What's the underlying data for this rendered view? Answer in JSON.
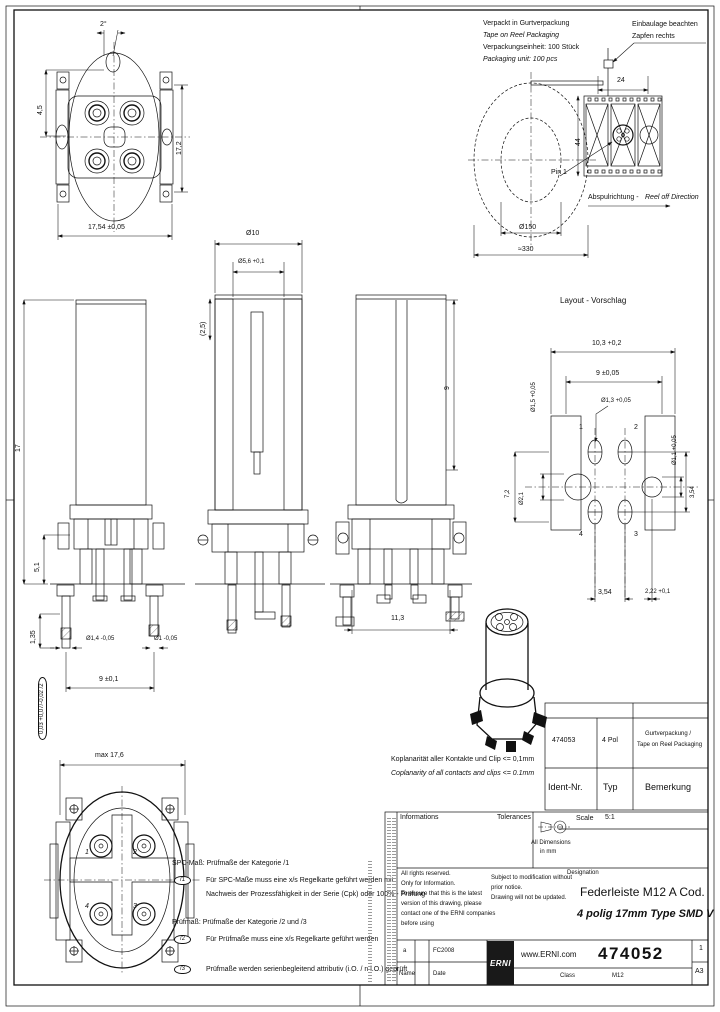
{
  "packaging_note": {
    "l1": "Verpackt in Gurtverpackung",
    "l2": "Tape on Reel Packaging",
    "l3": "Verpackungseinheit: 100 Stück",
    "l4": "Packaging unit: 100 pcs"
  },
  "mount_note": {
    "l1": "Einbaulage beachten",
    "l2": "Zapfen rechts"
  },
  "tape": {
    "pitch": "24",
    "width": "44",
    "pin1": "Pin 1",
    "direction_de": "Abspulrichtung -",
    "direction_en": "Reel off Direction"
  },
  "reel": {
    "hub": "Ø150",
    "outer": "≈330"
  },
  "front_view": {
    "angle": "2°",
    "left": "4,5",
    "right": "17,2",
    "bottom": "17,54 ±0,05"
  },
  "side_view": {
    "height": "17",
    "collar": "5,1",
    "leg": "1,35",
    "dia1": "Ø1,4 -0,05",
    "dia2": "Ø1 -0,05",
    "span": "9 ±0,1",
    "gdt": "0,03 +0,07/-0,02  /2"
  },
  "section_view": {
    "dia_outer": "Ø10",
    "dia_inner": "Ø5,6 +0,1",
    "depth": "(2,5)"
  },
  "view_c": {
    "width": "11,3",
    "h": "9"
  },
  "layout": {
    "title": "Layout - Vorschlag",
    "w": "10,3 +0,2",
    "span": "9 ±0,05",
    "pad_small": "Ø1,3 +0,05",
    "pad_left": "Ø1,5 +0,05",
    "pad_right": "Ø1,1 +0,05",
    "clip_hole": "Ø2,1",
    "clip_h": "7,2",
    "pitch_v": "3,54",
    "pitch_h": "3,54",
    "edge": "2,22 +0,1",
    "pins": [
      "1",
      "2",
      "3",
      "4"
    ]
  },
  "bottom_view": {
    "max": "max 17,6",
    "pins": [
      "1",
      "2",
      "3",
      "4"
    ]
  },
  "coplanarity": {
    "de": "Koplanarität aller Kontakte und Clip <= 0,1mm",
    "en": "Coplanarity of all contacts and clips <= 0.1mm"
  },
  "ident_table": {
    "row": {
      "ident": "474053",
      "typ": "4 Pol",
      "bem1": "Gurtverpackung /",
      "bem2": "Tape on Reel Packaging"
    },
    "headers": {
      "ident": "Ident-Nr.",
      "typ": "Typ",
      "bem": "Bemerkung"
    }
  },
  "spc": {
    "t1": "SPC-Maß: Prüfmaße der Kategorie /1",
    "m1": "/1",
    "n1a": "Für SPC-Maße muss eine x/s Regelkarte geführt werden mit",
    "n1b": "Nachweis der Prozessfähigkeit in der Serie (Cpk) oder 100% - Prüfung",
    "t2": "Prüfmaß: Prüfmaße der Kategorie /2 und /3",
    "m2": "/2",
    "n2": "Für Prüfmaße muss eine x/s Regelkarte geführt werden",
    "m3": "/3",
    "n3": "Prüfmaße werden serienbegleitend attributiv (i.O. / n i.O.) geprüft"
  },
  "title_block": {
    "informations": "Informations",
    "tolerances": "Tolerances",
    "scale_label": "Scale",
    "scale": "5:1",
    "dims_note1": "All Dimensions",
    "dims_note2": "in mm",
    "rights1": "All rights reserved.",
    "rights2": "Only for Information.",
    "rights3": "To ensure that this is the latest",
    "rights4": "version of this drawing, please",
    "rights5": "contact one of the ERNI companies",
    "rights6": "before using",
    "subject1": "Subject to modification without",
    "subject2": "prior notice.",
    "subject3": "Drawing will not be updated.",
    "designation_label": "Designation",
    "designation1": "Federleiste M12 A Cod.",
    "designation2": "4 polig 17mm Type SMD V",
    "logo": "ERNI",
    "web": "www.ERNI.com",
    "number": "474052",
    "sheet": "1",
    "format": "A3",
    "rev": "a",
    "rev_date": "FC2008",
    "name_label": "Name",
    "date_label": "Date",
    "class_label": "Class",
    "class_value": "M12"
  }
}
